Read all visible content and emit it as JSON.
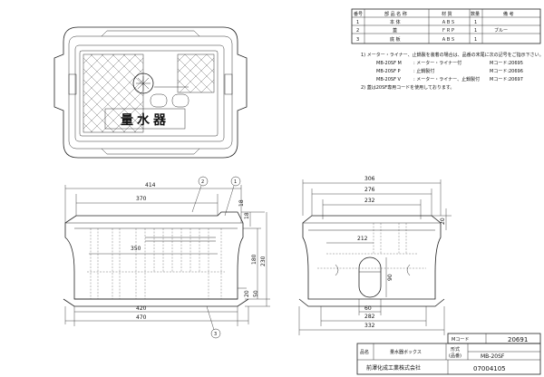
{
  "parts_table": {
    "headers": [
      "番号",
      "部 品 名 称",
      "材 質",
      "数量",
      "備 考"
    ],
    "rows": [
      {
        "no": "1",
        "name": "本 体",
        "material": "ＡＢＳ",
        "qty": "1",
        "note": ""
      },
      {
        "no": "2",
        "name": "蓋",
        "material": "ＦＲＰ",
        "qty": "1",
        "note": "ブルー"
      },
      {
        "no": "3",
        "name": "底 板",
        "material": "ＡＢＳ",
        "qty": "1",
        "note": ""
      }
    ]
  },
  "notes": {
    "note1_title": "1) メーター・ライナー、止鍋製を装着の場合は、品番の末尾に次の記号をご指示下さい。",
    "options": [
      {
        "code": "MB-20SF M",
        "desc": ": メーター・ライナー付",
        "mcode": "Mコード:20695"
      },
      {
        "code": "MB-20SF P",
        "desc": ": 止鍋製付",
        "mcode": "Mコード:20696"
      },
      {
        "code": "MB-20SF V",
        "desc": ": メーター・ライナー、止鍋製付",
        "mcode": "Mコード:20697"
      }
    ],
    "note2": "2) 蓋は20SF専用コードを使用しております。"
  },
  "lid": {
    "label": "量水器"
  },
  "front_view": {
    "dims": {
      "top_outer": "414",
      "top_inner": "370",
      "inner_350": "350",
      "bottom_inner": "420",
      "bottom_outer": "470",
      "height_right_18": "18",
      "height_180": "180",
      "height_230": "230",
      "height_20": "20",
      "height_50": "50"
    },
    "balloons": [
      "2",
      "1",
      "3"
    ]
  },
  "side_view": {
    "dims": {
      "top_306": "306",
      "top_276": "276",
      "top_232": "232",
      "right_20": "20",
      "mid_212": "212",
      "hole_90": "90",
      "bottom_60": "60",
      "bottom_282": "282",
      "bottom_332": "332"
    }
  },
  "title_block": {
    "mcode_label": "Mコード",
    "mcode_value": "20691",
    "item_label": "品名",
    "item_value": "量水器ボックス",
    "model_label": "形式\n(品番)",
    "model_label_1": "形式",
    "model_label_2": "(品番)",
    "model_value": "MB-20SF",
    "company": "前澤化成工業株式会社",
    "doc_no": "07004105"
  }
}
